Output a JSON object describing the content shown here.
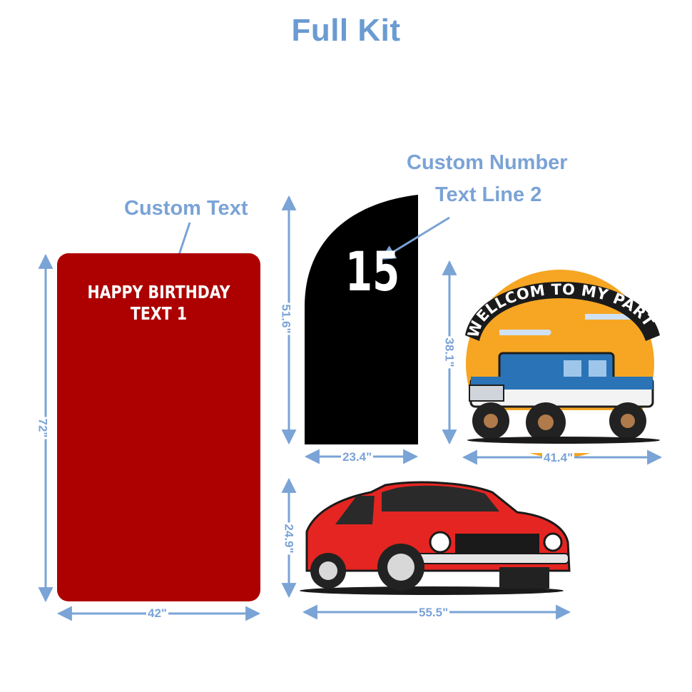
{
  "title": "Full Kit",
  "callouts": {
    "custom_text": "Custom Text",
    "custom_number_line1": "Custom Number",
    "custom_number_line2": "Text Line 2"
  },
  "red_panel": {
    "line1": "HAPPY BIRTHDAY",
    "line2": "TEXT 1",
    "color": "#ad0000",
    "height_label": "72\"",
    "width_label": "42\""
  },
  "black_panel": {
    "number": "15",
    "color": "#000000",
    "height_label": "51.6\"",
    "width_label": "23.4\""
  },
  "truck_sign": {
    "banner_text": "WELLCOM TO MY PARTY",
    "height_label": "38.1\"",
    "width_label": "41.4\""
  },
  "car_cutout": {
    "height_label": "24.9\"",
    "width_label": "55.5\""
  },
  "colors": {
    "accent": "#7aa3d6",
    "sun": "#f6a623",
    "truck_blue": "#2a73b6",
    "car_red": "#e52521"
  }
}
